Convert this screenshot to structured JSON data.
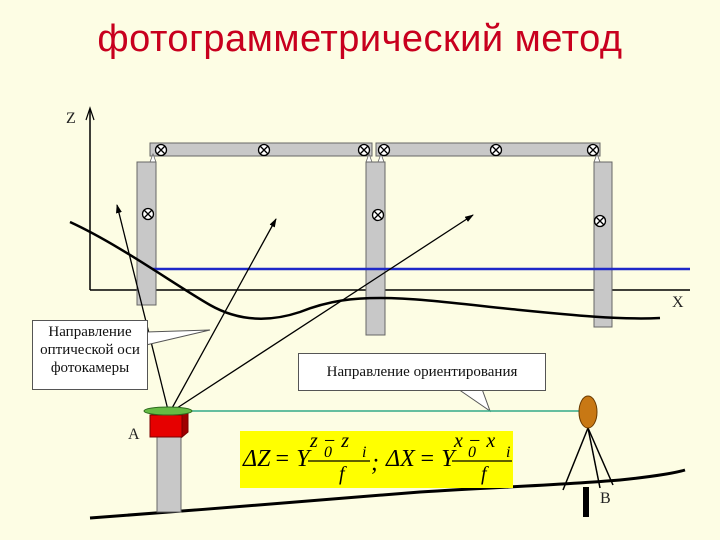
{
  "title": "фотограмметрический метод",
  "axes": {
    "z_label": "Z",
    "x_label": "X"
  },
  "points": {
    "a_label": "А",
    "b_label": "В"
  },
  "callouts": {
    "camera_direction": [
      "Направление",
      "оптической оси",
      "фотокамеры"
    ],
    "orientation_direction": "Направление ориентирования"
  },
  "formula": {
    "delta_z": "ΔZ",
    "delta_x": "ΔX",
    "equals_y": "= Y",
    "z_numerator": "z  − z",
    "x_numerator": "x  − x",
    "zero": "0",
    "i_sub": "i",
    "f": "f",
    "separator": ";"
  },
  "colors": {
    "title": "#c8001e",
    "background": "#fdfde4",
    "horizontal_line": "#1e28c8",
    "formula_bg": "#ffff00",
    "camera_body": "#e60000",
    "camera_lens": "#66bb44",
    "target": "#c87814",
    "orientation_line": "#33aa88"
  }
}
